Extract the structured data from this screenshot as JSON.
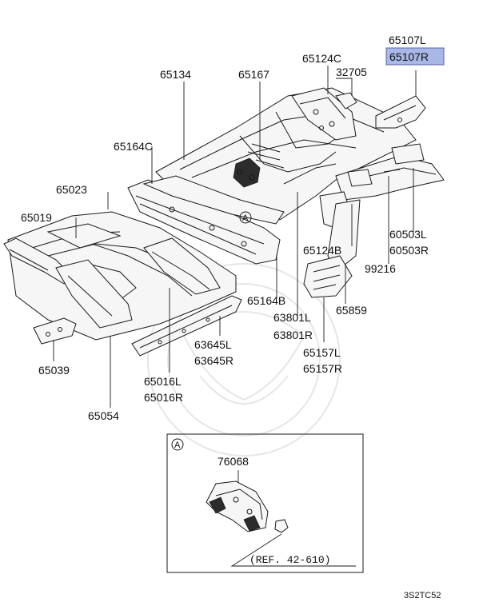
{
  "colors": {
    "highlight_fill": "#a9b7e6",
    "highlight_stroke": "#5566aa",
    "line": "#1a1a1a"
  },
  "callouts": {
    "p65107l": "65107L",
    "p65107r": "65107R",
    "p65124c": "65124C",
    "p32705": "32705",
    "p65134": "65134",
    "p65167": "65167",
    "p65164c": "65164C",
    "p65023": "65023",
    "p65019": "65019",
    "p60503l": "60503L",
    "p60503r": "60503R",
    "p65124b": "65124B",
    "p99216": "99216",
    "p65164b": "65164B",
    "p63801l": "63801L",
    "p63801r": "63801R",
    "p65859": "65859",
    "p63645l": "63645L",
    "p63645r": "63645R",
    "p65157l": "65157L",
    "p65157r": "65157R",
    "p65039": "65039",
    "p65016l": "65016L",
    "p65016r": "65016R",
    "p65054": "65054"
  },
  "detail": {
    "marker": "A",
    "part": "76068",
    "reference": "(REF. 42-610)"
  },
  "main_marker": "A",
  "drawing_code": "3S2TC52"
}
